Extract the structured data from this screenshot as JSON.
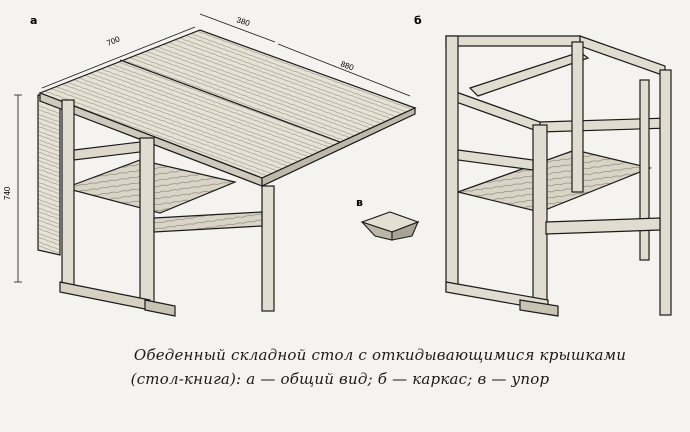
{
  "labels": {
    "a": "а",
    "b": "б",
    "v": "в"
  },
  "dimensions": {
    "width_top": "700",
    "width_mid": "380",
    "depth": "880",
    "height": "740"
  },
  "caption": {
    "line1": "Обеденный складной стол с откидывающимися крышками",
    "line2": "(стол-книга): а — общий вид; б — каркас; в — упор"
  },
  "colors": {
    "ink": "#1a1a1a",
    "paper": "#f4f3ef",
    "wood": "#dcd8cc"
  }
}
